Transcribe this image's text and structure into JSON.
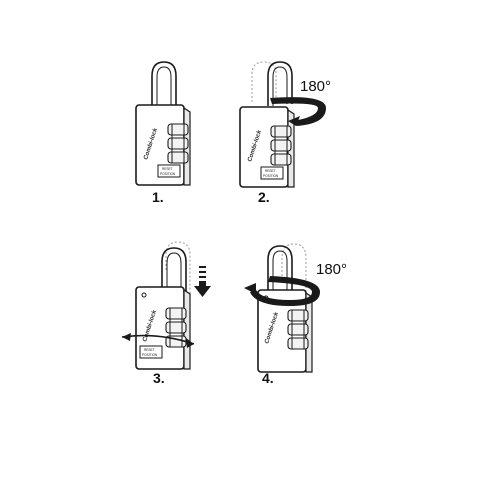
{
  "steps": [
    {
      "number": "1.",
      "rotation": ""
    },
    {
      "number": "2.",
      "rotation": "180°"
    },
    {
      "number": "3.",
      "rotation": ""
    },
    {
      "number": "4.",
      "rotation": "180°"
    }
  ],
  "lock": {
    "brand": "Combi-lock",
    "tag_line1": "RESET",
    "tag_line2": "POSITION"
  },
  "colors": {
    "ink": "#1a1a1a",
    "ghost": "#9a9a9a",
    "background": "#ffffff"
  }
}
